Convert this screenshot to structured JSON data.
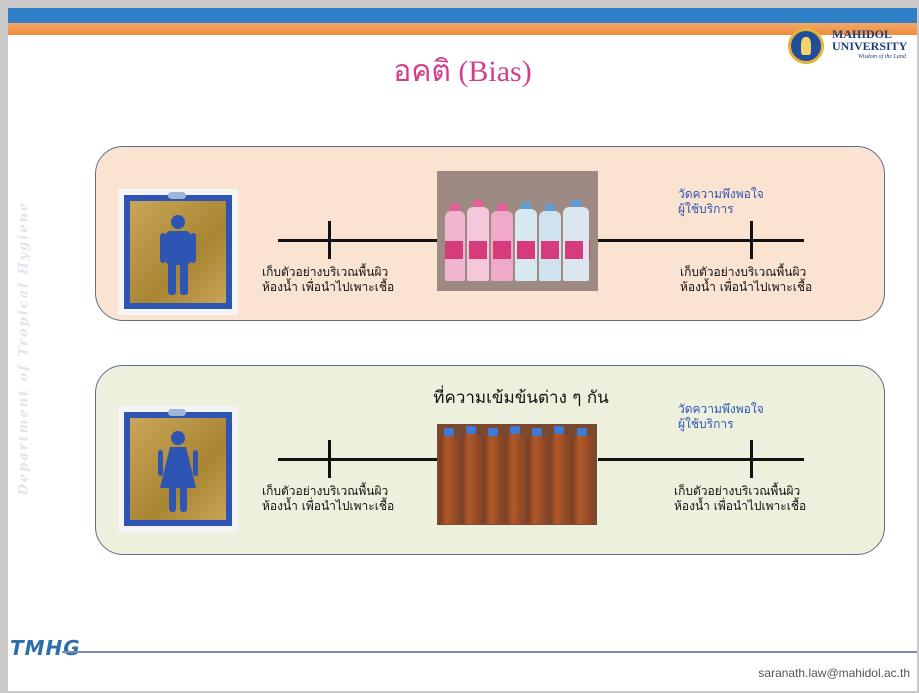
{
  "branding": {
    "vertical_text": "Department of Tropical Hygiene",
    "logo_line1": "MAHIDOL",
    "logo_line2": "UNIVERSITY",
    "logo_tagline": "Wisdom of the Land",
    "footer_logo": "TMHG",
    "footer_email": "saranath.law@mahidol.ac.th"
  },
  "colors": {
    "top_bar": "#2e7fc6",
    "orange_bar": "#ee8c3a",
    "title": "#d13f8c",
    "panel_top": "#fbe3d2",
    "panel_bottom": "#ecf0dd",
    "blue_label": "#2e55b4"
  },
  "slide": {
    "title": "อคติ (Bias)"
  },
  "panels": [
    {
      "sign_icon": "male-restroom-icon",
      "left_label_1": "เก็บตัวอย่างบริเวณพื้นผิว",
      "left_label_2": "ห้องน้ำ เพื่อนำไปเพาะเชื้อ",
      "right_top_label_1": "วัดความพึงพอใจ",
      "right_top_label_2": "ผู้ใช้บริการ",
      "right_label_1": "เก็บตัวอย่างบริเวณพื้นผิว",
      "right_label_2": "ห้องน้ำ เพื่อนำไปเพาะเชื้อ",
      "photo": "cleaning-bottles-photo"
    },
    {
      "sign_icon": "female-restroom-icon",
      "photo_caption": "ที่ความเข้มข้นต่าง ๆ กัน",
      "left_label_1": "เก็บตัวอย่างบริเวณพื้นผิว",
      "left_label_2": "ห้องน้ำ เพื่อนำไปเพาะเชื้อ",
      "right_top_label_1": "วัดความพึงพอใจ",
      "right_top_label_2": "ผู้ใช้บริการ",
      "right_label_1": "เก็บตัวอย่างบริเวณพื้นผิว",
      "right_label_2": "ห้องน้ำ เพื่อนำไปเพาะเชื้อ",
      "photo": "solution-bottles-photo"
    }
  ]
}
